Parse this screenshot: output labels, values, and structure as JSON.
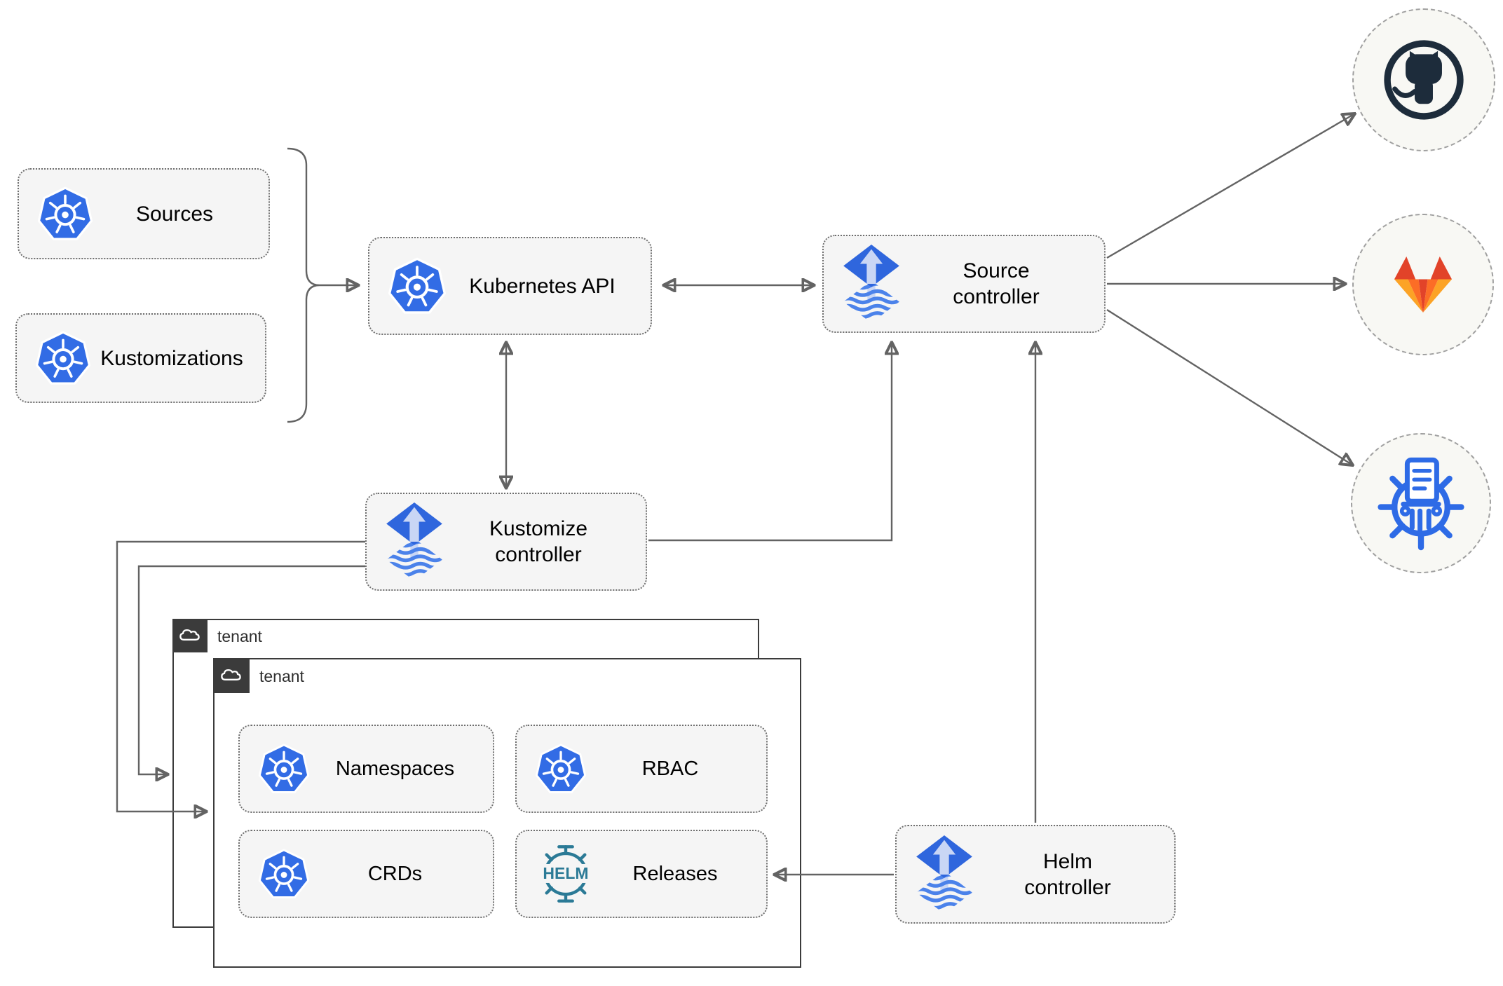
{
  "nodes": {
    "sources": {
      "label": "Sources",
      "icon": "kubernetes-icon"
    },
    "kustomizations": {
      "label": "Kustomizations",
      "icon": "kubernetes-icon"
    },
    "kubernetes_api": {
      "label": "Kubernetes API",
      "icon": "kubernetes-icon"
    },
    "source_controller": {
      "label": "Source\ncontroller",
      "icon": "flux-icon"
    },
    "kustomize_controller": {
      "label": "Kustomize\ncontroller",
      "icon": "flux-icon"
    },
    "helm_controller": {
      "label": "Helm\ncontroller",
      "icon": "flux-icon"
    },
    "namespaces": {
      "label": "Namespaces",
      "icon": "kubernetes-icon"
    },
    "rbac": {
      "label": "RBAC",
      "icon": "kubernetes-icon"
    },
    "crds": {
      "label": "CRDs",
      "icon": "kubernetes-icon"
    },
    "releases": {
      "label": "Releases",
      "icon": "helm-icon"
    }
  },
  "tenants": {
    "back": {
      "label": "tenant",
      "icon": "cloud-icon"
    },
    "front": {
      "label": "tenant",
      "icon": "cloud-icon"
    }
  },
  "badges": {
    "helm": "HELM"
  },
  "external": {
    "github": {
      "name": "GitHub",
      "icon": "github-icon"
    },
    "gitlab": {
      "name": "GitLab",
      "icon": "gitlab-icon"
    },
    "chartmuseum": {
      "name": "ChartMuseum",
      "icon": "chartmuseum-icon"
    }
  },
  "edges": [
    {
      "from": "sources-and-kustomizations",
      "to": "kubernetes-api",
      "type": "arrow"
    },
    {
      "from": "kubernetes-api",
      "to": "source-controller",
      "type": "double-arrow"
    },
    {
      "from": "kubernetes-api",
      "to": "kustomize-controller",
      "type": "double-arrow"
    },
    {
      "from": "kustomize-controller",
      "to": "source-controller",
      "type": "arrow"
    },
    {
      "from": "helm-controller",
      "to": "source-controller",
      "type": "arrow"
    },
    {
      "from": "kustomize-controller",
      "to": "tenant-front",
      "type": "arrow"
    },
    {
      "from": "kustomize-controller",
      "to": "tenant-back",
      "type": "arrow"
    },
    {
      "from": "helm-controller",
      "to": "releases",
      "type": "arrow"
    },
    {
      "from": "source-controller",
      "to": "github",
      "type": "arrow"
    },
    {
      "from": "source-controller",
      "to": "gitlab",
      "type": "arrow"
    },
    {
      "from": "source-controller",
      "to": "chartmuseum",
      "type": "arrow"
    }
  ],
  "colors": {
    "line": "#636363",
    "node_fill": "#f5f5f5",
    "node_border": "#6e6e6e",
    "tenant_border": "#3b3b3b",
    "tenant_chip": "#3b3b3b",
    "kubernetes_blue": "#326ce5",
    "flux_blue": "#2f66dd",
    "flux_wave_blue": "#4b82ea",
    "flux_light": "#c9d6f5",
    "helm_teal": "#2b7a96",
    "chartmuseum_blue": "#2e6be6",
    "github_dark": "#1d2c3b",
    "gitlab_red_orange": "#e24329",
    "gitlab_orange": "#fc6d26",
    "gitlab_light_orange": "#fca326",
    "circle_fill": "#f8f8f4",
    "circle_border": "#a0a0a0"
  }
}
